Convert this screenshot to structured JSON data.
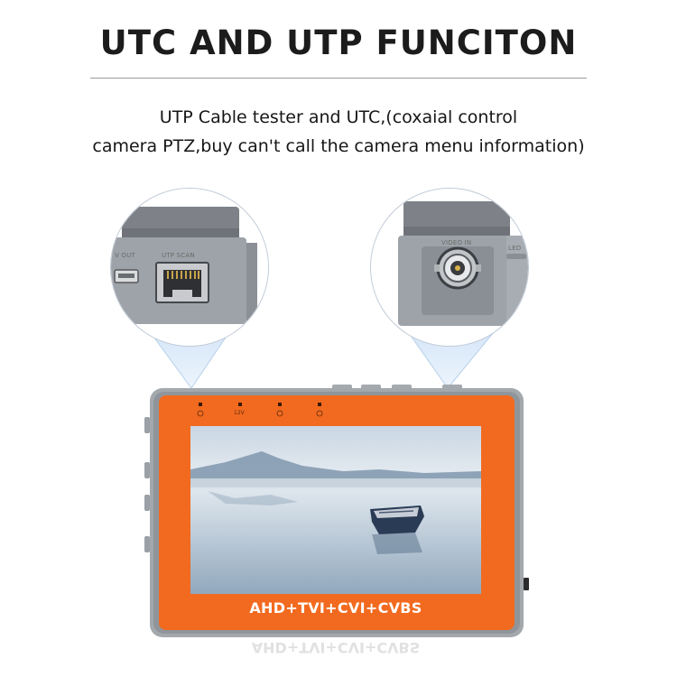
{
  "header": {
    "title": "UTC AND UTP FUNCITON",
    "subtitle_line1": "UTP Cable tester and UTC,(coxaial control",
    "subtitle_line2": "camera PTZ,buy can't call the camera menu information)"
  },
  "left_callout": {
    "port_label_usb": "V OUT",
    "port_label_utp": "UTP SCAN"
  },
  "right_callout": {
    "port_label_video": "VIDEO IN",
    "port_label_led": "LED"
  },
  "device": {
    "indicator_12v": "12V",
    "screen_brand_text": "AHD+TVI+CVI+CVBS"
  },
  "colors": {
    "device_orange": "#f26a1f",
    "device_frame_gray": "#9aa0a6",
    "callout_gray": "#8e9297"
  }
}
